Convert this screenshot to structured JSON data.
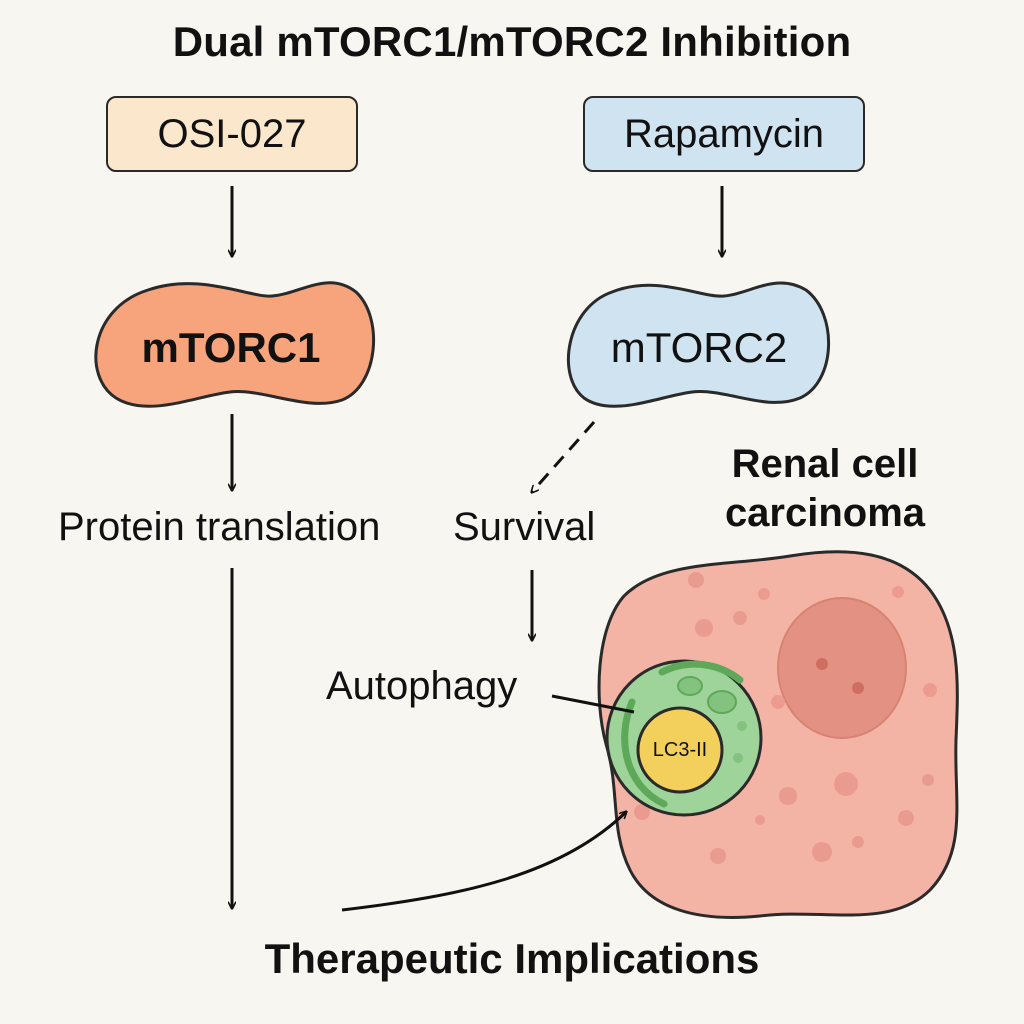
{
  "title": "Dual mTORC1/mTORC2 Inhibition",
  "drugs": {
    "left": "OSI-027",
    "right": "Rapamycin"
  },
  "complexes": {
    "left": "mTORC1",
    "right": "mTORC2"
  },
  "processes": {
    "protein_translation": "Protein translation",
    "survival": "Survival",
    "autophagy": "Autophagy"
  },
  "cell": {
    "label": "Renal cell carcinoma",
    "marker": "LC3-II"
  },
  "outcome": "Therapeutic Implications",
  "colors": {
    "background": "#f8f6f1",
    "osi_box": "#fbe7cc",
    "rapamycin_box": "#cfe3f1",
    "mtorc1": "#f7a47c",
    "mtorc2": "#cfe3f1",
    "cell": "#f3b4a6",
    "nucleus": "#e08c7e",
    "autophagosome": "#9ed39a",
    "lc3": "#f3cf5c"
  }
}
